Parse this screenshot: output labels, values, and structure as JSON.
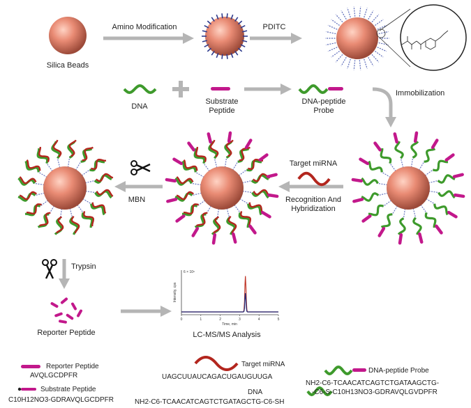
{
  "labels": {
    "silica_beads": "Silica Beads",
    "amino_modification": "Amino Modification",
    "pditc": "PDITC",
    "dna": "DNA",
    "substrate_peptide_line1": "Substrate",
    "substrate_peptide_line2": "Peptide",
    "dna_peptide_probe_line1": "DNA-peptide",
    "dna_peptide_probe_line2": "Probe",
    "immobilization": "Immobilization",
    "target_mirna": "Target miRNA",
    "recognition_line1": "Recognition And",
    "recognition_line2": "Hybridization",
    "mbn": "MBN",
    "trypsin": "Trypsin",
    "reporter_peptide": "Reporter Peptide",
    "lcms": "LC-MS/MS Analysis"
  },
  "chromatogram": {
    "y_exponent_label": "6 × 10⁶",
    "ylabel": "Intensity, cps",
    "xlabel": "Time, min",
    "x_ticks": [
      "0",
      "1",
      "2",
      "3",
      "4",
      "5"
    ],
    "peak_time": 3.3,
    "colors": {
      "trace_1": "#c0392b",
      "trace_2": "#1f2a7a"
    }
  },
  "legend": {
    "reporter_peptide": {
      "name": "Reporter Peptide",
      "seq": "AVQLGCDPFR"
    },
    "substrate_peptide": {
      "name": "Substrate Peptide",
      "seq": "C10H12NO3-GDRAVQLGCDPFR"
    },
    "target_mirna": {
      "name": "Target miRNA",
      "seq": "UAGCUUAUCAGACUGAUGUUGA"
    },
    "dna": {
      "name": "DNA",
      "seq": "NH2-C6-TCAACATCAGTCTGATAGCTG-C6-SH"
    },
    "probe": {
      "name": "DNA-peptide Probe",
      "seq_line1": "NH2-C6-TCAACATCAGTCTGATAAGCTG-",
      "seq_line2": "-C6-S-C10H13NO3-GDRAVQLGVDPFR"
    }
  },
  "colors": {
    "bead": "#e98b74",
    "peptide": "#c2188b",
    "dna_green": "#3e9a2c",
    "mirna_red": "#b3261e",
    "arrow_gray": "#b5b5b5"
  }
}
